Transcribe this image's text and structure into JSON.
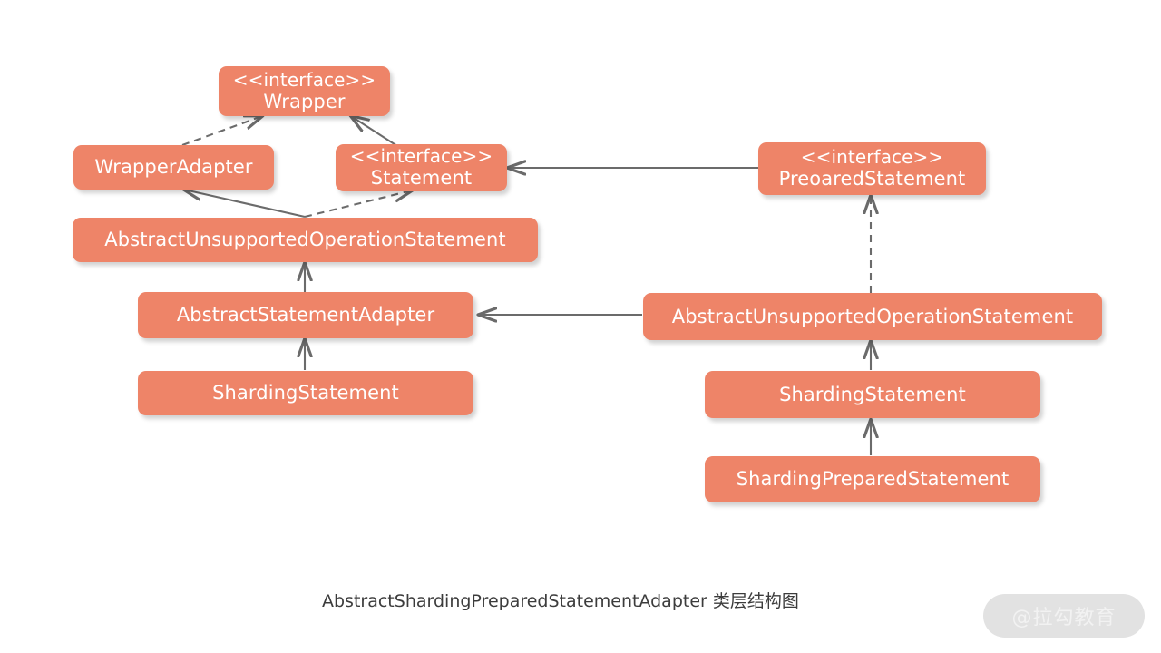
{
  "diagram": {
    "title": "AbstractShardingPreparedStatementAdapter 类层结构图",
    "background": "#ffffff",
    "node_fill": "#ee8468",
    "node_text": "#ffffff",
    "edge_color": "#6b6b6b",
    "nodes": [
      {
        "id": "wrapper",
        "stereotype": "<<interface>>",
        "name": "Wrapper"
      },
      {
        "id": "wrapperadapter",
        "stereotype": "",
        "name": "WrapperAdapter"
      },
      {
        "id": "statement",
        "stereotype": "<<interface>>",
        "name": "Statement"
      },
      {
        "id": "preoared",
        "stereotype": "<<interface>>",
        "name": "PreoaredStatement"
      },
      {
        "id": "auos_left",
        "stereotype": "",
        "name": "AbstractUnsupportedOperationStatement"
      },
      {
        "id": "stmtadapter",
        "stereotype": "",
        "name": "AbstractStatementAdapter"
      },
      {
        "id": "shardstmt_left",
        "stereotype": "",
        "name": "ShardingStatement"
      },
      {
        "id": "auos_right",
        "stereotype": "",
        "name": "AbstractUnsupportedOperationStatement"
      },
      {
        "id": "shardstmt_right",
        "stereotype": "",
        "name": "ShardingStatement"
      },
      {
        "id": "shardprep",
        "stereotype": "",
        "name": "ShardingPreparedStatement"
      }
    ],
    "edges": [
      {
        "from": "wrapperadapter",
        "to": "wrapper",
        "style": "dashed",
        "relation": "implements"
      },
      {
        "from": "statement",
        "to": "wrapper",
        "style": "solid",
        "relation": "extends"
      },
      {
        "from": "auos_left",
        "to": "wrapperadapter",
        "style": "solid",
        "relation": "extends"
      },
      {
        "from": "auos_left",
        "to": "statement",
        "style": "dashed",
        "relation": "implements"
      },
      {
        "from": "preoared",
        "to": "statement",
        "style": "solid",
        "relation": "extends"
      },
      {
        "from": "stmtadapter",
        "to": "auos_left",
        "style": "solid",
        "relation": "extends"
      },
      {
        "from": "shardstmt_left",
        "to": "stmtadapter",
        "style": "solid",
        "relation": "extends"
      },
      {
        "from": "auos_right",
        "to": "stmtadapter",
        "style": "solid",
        "relation": "extends"
      },
      {
        "from": "auos_right",
        "to": "preoared",
        "style": "dashed",
        "relation": "implements"
      },
      {
        "from": "shardstmt_right",
        "to": "auos_right",
        "style": "solid",
        "relation": "extends"
      },
      {
        "from": "shardprep",
        "to": "shardstmt_right",
        "style": "solid",
        "relation": "extends"
      }
    ]
  },
  "watermark": {
    "label": "@拉勾教育"
  }
}
